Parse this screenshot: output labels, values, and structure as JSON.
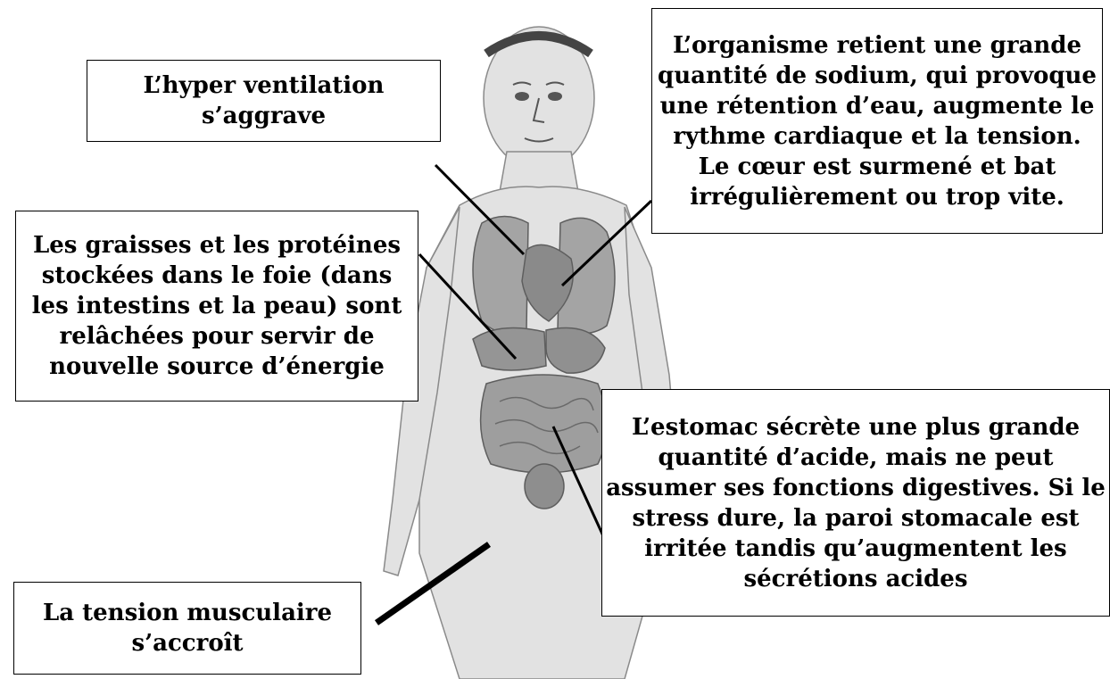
{
  "labels": {
    "hyperventilation": "L’hyper ventilation s’aggrave",
    "sodium": "L’organisme retient une grande quantité de sodium, qui provoque une rétention d’eau, augmente le rythme cardiaque et la tension. Le cœur est surmené et bat irrégulièrement ou trop vite.",
    "graisses": "Les graisses et les protéines stockées dans le foie (dans les intestins et la peau) sont relâchées pour servir de nouvelle source d’énergie",
    "estomac": "L’estomac sécrète une plus grande quantité d’acide, mais ne peut assumer ses fonctions digestives. Si le stress dure, la paroi stomacale est irritée tandis qu’augmentent les sécrétions acides",
    "tension": "La tension musculaire s’accroît"
  },
  "colors": {
    "skin": "#dcdcdc",
    "organs": "#9a9a9a",
    "outline": "#6a6a6a",
    "leader": "#000000"
  }
}
